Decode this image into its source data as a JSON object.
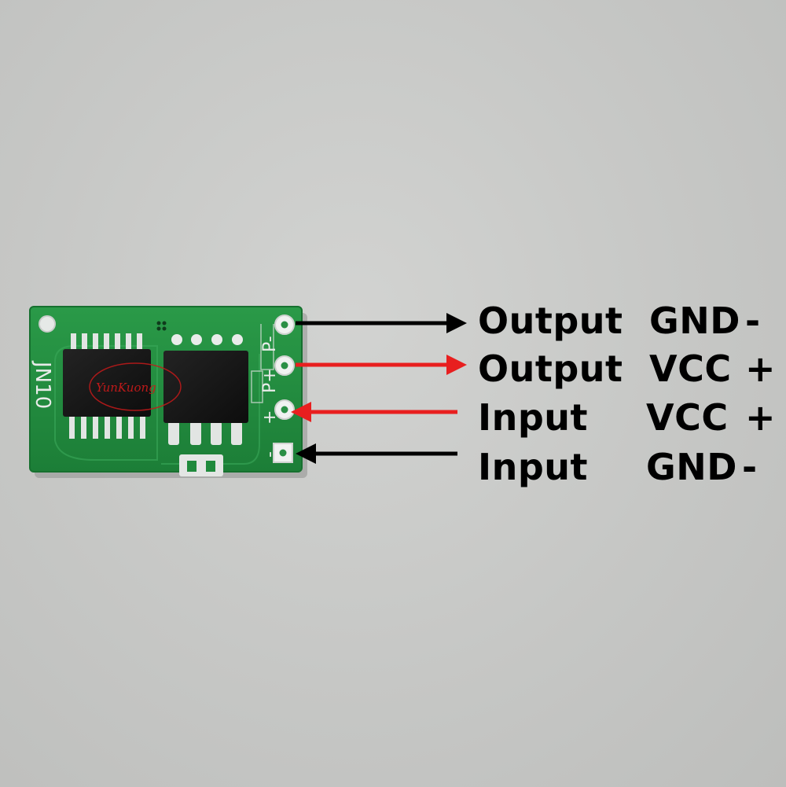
{
  "board": {
    "silkscreen_id": "JN10",
    "pad_marks": [
      "P-",
      "P+",
      "+",
      "-"
    ],
    "watermark": "YunKuong"
  },
  "labels": [
    {
      "role": "Output",
      "signal": "GND",
      "sign": "-",
      "arrow_color": "#000000"
    },
    {
      "role": "Output",
      "signal": "VCC",
      "sign": "+",
      "arrow_color": "#e81f1f"
    },
    {
      "role": "Input",
      "signal": "VCC",
      "sign": "+",
      "arrow_color": "#e81f1f"
    },
    {
      "role": "Input",
      "signal": "GND",
      "sign": "-",
      "arrow_color": "#000000"
    }
  ],
  "colors": {
    "pcb_green": "#1f8a3c",
    "solder_pad": "#e9ecea",
    "chip": "#151515",
    "arrow_red": "#e81f1f",
    "arrow_black": "#000000"
  }
}
